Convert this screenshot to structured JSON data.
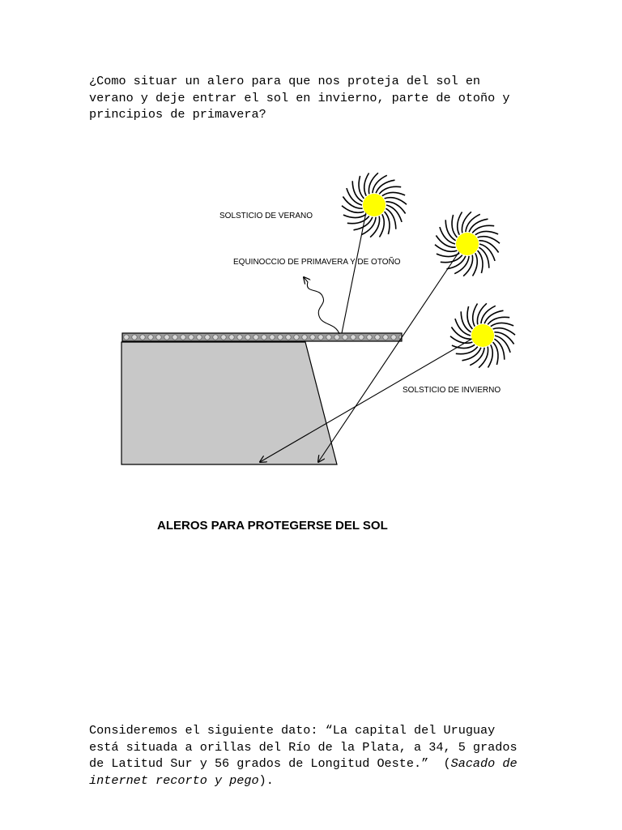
{
  "intro": {
    "lines": [
      "¿Como situar un alero para que nos proteja del sol en",
      "verano y deje entrar el sol en invierno, parte de otoño y",
      "principios de primavera?"
    ]
  },
  "diagram": {
    "labels": {
      "summer": "SOLSTICIO DE VERANO",
      "equinox": "EQUINOCCIO DE PRIMAVERA Y DE OTOÑO",
      "winter": "SOLSTICIO DE INVIERNO"
    },
    "caption": "ALEROS PARA PROTEGERSE DEL SOL",
    "colors": {
      "sun_core": "#ffff00",
      "sun_rays": "#000000",
      "wall_fill": "#c8c8c8",
      "eave_fill": "#9a9a9a"
    },
    "icons": [
      "sun-summer-icon",
      "sun-equinox-icon",
      "sun-winter-icon"
    ]
  },
  "source": {
    "line1": "Consideremos el siguiente dato: “La capital del Uruguay",
    "line2": "está situada a orillas del Río de la Plata, a 34, 5 grados",
    "line3_main": "de Latitud Sur y 56 grados de Longitud Oeste.”  (",
    "line3_italic": "Sacado de",
    "line4_italic": "internet recorto y pego",
    "line4_end": ")."
  }
}
